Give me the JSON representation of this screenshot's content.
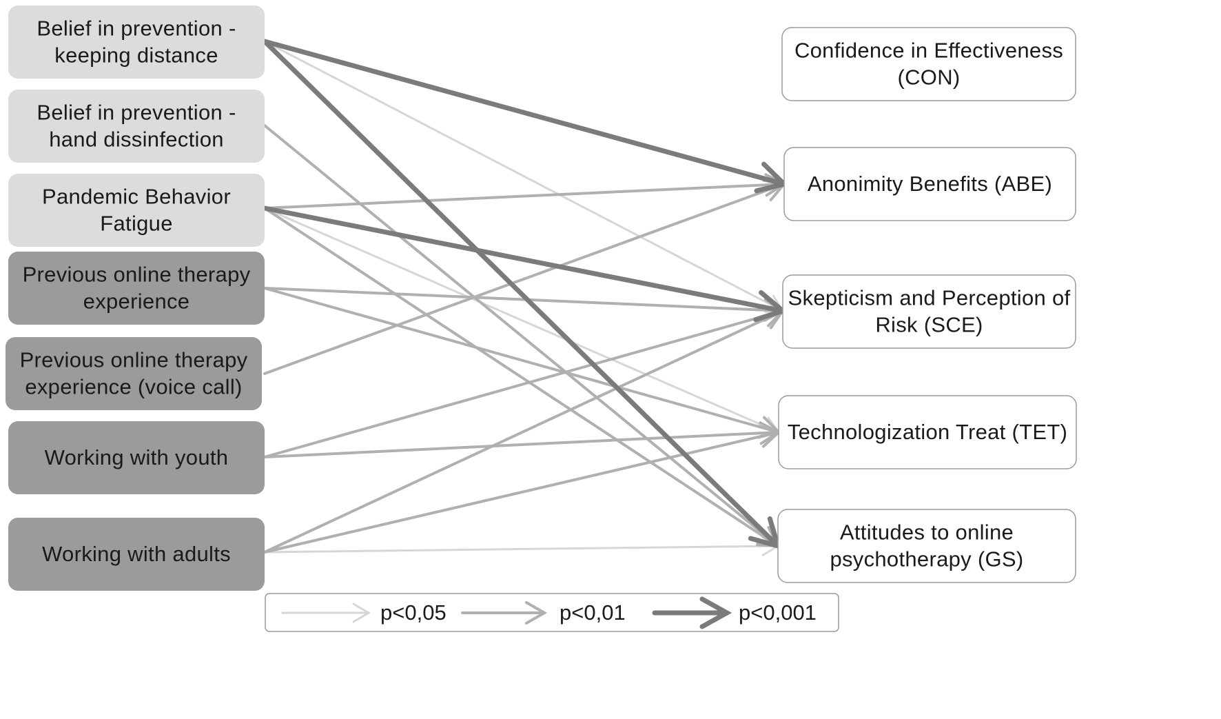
{
  "colors": {
    "light_box": "#dcdcdc",
    "dark_box": "#9b9b9b",
    "outcome_box": "#ffffff",
    "outcome_border": "#9a9a9a",
    "p05": "#d6d6d6",
    "p01": "#b0b0b0",
    "p001": "#7b7b7b"
  },
  "predictors": [
    {
      "id": "bp_distance",
      "lines": [
        "Belief in prevention -",
        "keeping distance"
      ],
      "shade": "light"
    },
    {
      "id": "bp_hand",
      "lines": [
        "Belief in prevention -",
        "hand dissinfection"
      ],
      "shade": "light"
    },
    {
      "id": "fatigue",
      "lines": [
        "Pandemic Behavior",
        "Fatigue"
      ],
      "shade": "light"
    },
    {
      "id": "prev_exp",
      "lines": [
        "Previous online therapy",
        "experience"
      ],
      "shade": "dark"
    },
    {
      "id": "prev_voice",
      "lines": [
        "Previous online therapy",
        "experience (voice call)"
      ],
      "shade": "dark"
    },
    {
      "id": "youth",
      "lines": [
        "Working with youth"
      ],
      "shade": "dark"
    },
    {
      "id": "adults",
      "lines": [
        "Working with adults"
      ],
      "shade": "dark"
    }
  ],
  "outcomes": [
    {
      "id": "CON",
      "lines": [
        "Confidence in Effectiveness",
        "(CON)"
      ]
    },
    {
      "id": "ABE",
      "lines": [
        "Anonimity Benefits (ABE)"
      ]
    },
    {
      "id": "SCE",
      "lines": [
        "Skepticism and Perception of",
        "Risk (SCE)"
      ]
    },
    {
      "id": "TET",
      "lines": [
        "Technologization Treat (TET)"
      ]
    },
    {
      "id": "GS",
      "lines": [
        "Attitudes to online",
        "psychotherapy (GS)"
      ]
    }
  ],
  "paths": [
    {
      "from": "bp_distance",
      "to": "ABE",
      "sig": "p001"
    },
    {
      "from": "bp_distance",
      "to": "GS",
      "sig": "p001"
    },
    {
      "from": "bp_distance",
      "to": "SCE",
      "sig": "p05"
    },
    {
      "from": "bp_hand",
      "to": "GS",
      "sig": "p01"
    },
    {
      "from": "fatigue",
      "to": "ABE",
      "sig": "p01"
    },
    {
      "from": "fatigue",
      "to": "SCE",
      "sig": "p001"
    },
    {
      "from": "fatigue",
      "to": "TET",
      "sig": "p05"
    },
    {
      "from": "fatigue",
      "to": "GS",
      "sig": "p01"
    },
    {
      "from": "prev_exp",
      "to": "SCE",
      "sig": "p01"
    },
    {
      "from": "prev_exp",
      "to": "TET",
      "sig": "p01"
    },
    {
      "from": "prev_voice",
      "to": "ABE",
      "sig": "p01"
    },
    {
      "from": "youth",
      "to": "SCE",
      "sig": "p01"
    },
    {
      "from": "youth",
      "to": "TET",
      "sig": "p01"
    },
    {
      "from": "adults",
      "to": "SCE",
      "sig": "p01"
    },
    {
      "from": "adults",
      "to": "TET",
      "sig": "p01"
    },
    {
      "from": "adults",
      "to": "GS",
      "sig": "p05"
    }
  ],
  "legend": [
    {
      "sig": "p05",
      "label": "p<0,05"
    },
    {
      "sig": "p01",
      "label": "p<0,01"
    },
    {
      "sig": "p001",
      "label": "p<0,001"
    }
  ]
}
